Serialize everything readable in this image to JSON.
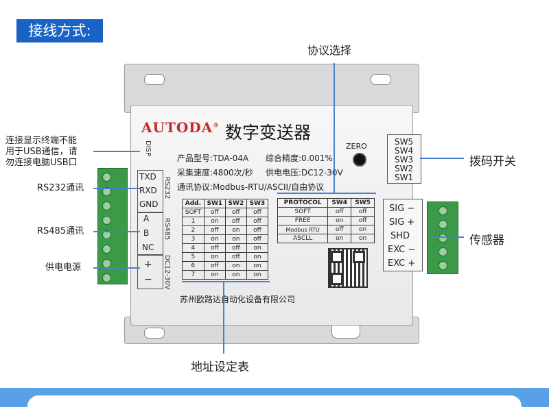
{
  "header": {
    "title": "接线方式:"
  },
  "callouts": {
    "protocol": "协议选择",
    "dip": "拨码开关",
    "sensor": "传感器",
    "address_table": "地址设定表",
    "usb_note": [
      "连接显示终端不能",
      "用于USB通信，请",
      "勿连接电脑USB口"
    ],
    "rs232": "RS232通讯",
    "rs485": "RS485通讯",
    "power": "供电电源"
  },
  "device": {
    "brand": "AUTODA",
    "registered": "®",
    "product": "数字变送器",
    "zero": "ZERO",
    "model": "产品型号:TDA-04A",
    "accuracy": "综合精度:0.001%",
    "speed": "采集速度:4800次/秒",
    "voltage": "供电电压:DC12-30V",
    "protocol": "通讯协议:Modbus-RTU/ASCII/自由协议",
    "company": "苏州欧路达自动化设备有限公司",
    "disp": "DISP",
    "rs232_side": "RS232",
    "rs485_side": "RS485",
    "dc_side": "DC12-30V"
  },
  "left_terminals": [
    "TXD",
    "RXD",
    "GND",
    "A",
    "B",
    "NC",
    "+",
    "−"
  ],
  "right_terminals": [
    "SIG −",
    "SIG +",
    "SHD",
    "EXC −",
    "EXC +"
  ],
  "sw_labels": [
    "SW5",
    "SW4",
    "SW3",
    "SW2",
    "SW1"
  ],
  "addr_table": {
    "headers": [
      "Add.",
      "SW1",
      "SW2",
      "SW3"
    ],
    "rows": [
      [
        "SOFT",
        "off",
        "off",
        "off"
      ],
      [
        "1",
        "on",
        "off",
        "off"
      ],
      [
        "2",
        "off",
        "on",
        "off"
      ],
      [
        "3",
        "on",
        "on",
        "off"
      ],
      [
        "4",
        "off",
        "off",
        "on"
      ],
      [
        "5",
        "on",
        "off",
        "on"
      ],
      [
        "6",
        "off",
        "on",
        "on"
      ],
      [
        "7",
        "on",
        "on",
        "on"
      ]
    ]
  },
  "proto_table": {
    "headers": [
      "PROTOCOL",
      "SW4",
      "SW5"
    ],
    "rows": [
      [
        "SOFT",
        "off",
        "off"
      ],
      [
        "FREE",
        "on",
        "off"
      ],
      [
        "Modbus RTU",
        "off",
        "on"
      ],
      [
        "ASCLL",
        "on",
        "on"
      ]
    ]
  },
  "colors": {
    "accent": "#1a63c6",
    "brand": "#c62828",
    "terminal": "#3a9a48",
    "band": "#5aa0e6"
  }
}
